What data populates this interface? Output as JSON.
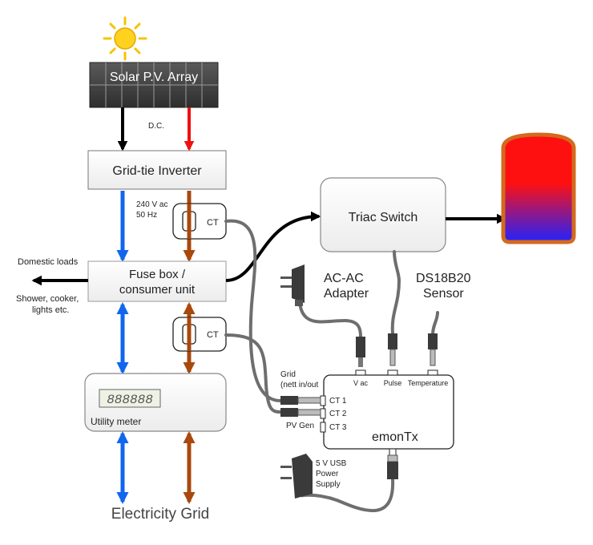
{
  "labels": {
    "solar_array": "Solar P.V. Array",
    "dc": "D.C.",
    "inverter": "Grid-tie Inverter",
    "ac_line1": "240 V ac",
    "ac_line2": "50 Hz",
    "ct_top": "CT",
    "ct_bottom": "CT",
    "domestic_loads": "Domestic loads",
    "fusebox_line1": "Fuse box /",
    "fusebox_line2": "consumer unit",
    "loads_line1": "Shower, cooker,",
    "loads_line2": "lights etc.",
    "meter_display": "888888",
    "utility_meter": "Utility meter",
    "grid": "Electricity Grid",
    "triac": "Triac Switch",
    "acac_line1": "AC-AC",
    "acac_line2": "Adapter",
    "sensor_line1": "DS18B20",
    "sensor_line2": "Sensor",
    "grid_line1": "Grid",
    "grid_line2": "(nett in/out",
    "pv_gen": "PV Gen",
    "vac": "V ac",
    "pulse": "Pulse",
    "temperature": "Temperature",
    "ct1": "CT 1",
    "ct2": "CT 2",
    "ct3": "CT 3",
    "emontx": "emonTx",
    "usb_line1": "5 V USB",
    "usb_line2": "Power",
    "usb_line3": "Supply"
  },
  "colors": {
    "black": "#000000",
    "red": "#ee1111",
    "blue": "#1166ee",
    "brown": "#a9480c",
    "cable": "#6e6e6e",
    "tank_top": "#ff1010",
    "tank_bottom": "#2222ff",
    "tank_border": "#d36a1d"
  }
}
